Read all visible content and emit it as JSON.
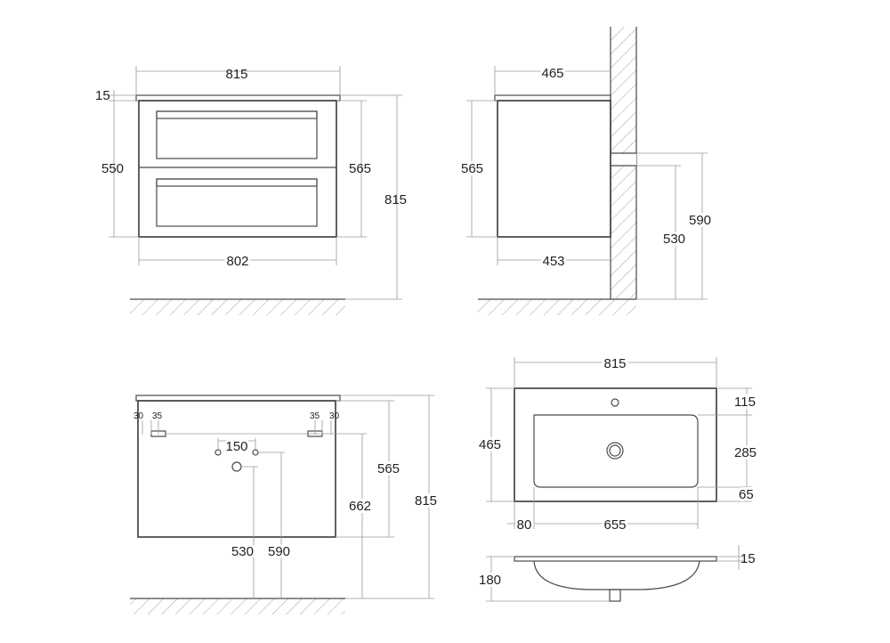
{
  "front_view": {
    "width_top": "815",
    "top_thickness": "15",
    "drawer_height": "550",
    "body_height": "565",
    "total_height": "815",
    "body_width": "802"
  },
  "side_view": {
    "depth_top": "465",
    "body_height": "565",
    "body_depth": "453",
    "floor_to_outlet": "530",
    "floor_to_pipe": "590"
  },
  "back_view": {
    "mount_left_a": "30",
    "mount_left_b": "35",
    "mount_right_a": "35",
    "mount_right_b": "30",
    "hole_spacing": "150",
    "body_height": "565",
    "mount_height": "662",
    "total_height": "815",
    "hole_height_low": "530",
    "hole_height_high": "590"
  },
  "basin_top_view": {
    "width": "815",
    "depth": "465",
    "back_margin": "115",
    "bowl_depth": "285",
    "front_margin": "65",
    "side_margin": "80",
    "bowl_width": "655"
  },
  "basin_section_view": {
    "rim_thickness": "15",
    "bowl_height": "180"
  },
  "colors": {
    "line": "#4a4a4a",
    "dimension": "#9a9a9a",
    "text": "#222222"
  }
}
